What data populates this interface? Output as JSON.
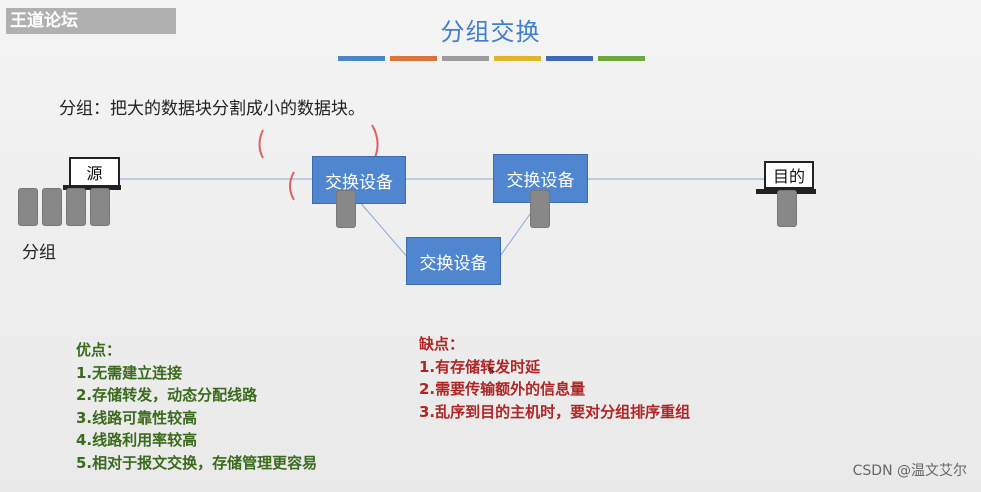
{
  "watermark": "王道论坛",
  "title": "分组交换",
  "colorbar": [
    "#4a86c8",
    "#d9743a",
    "#9c9c9c",
    "#e0b52a",
    "#3d6ab8",
    "#6ea83c"
  ],
  "intro": "分组：把大的数据块分割成小的数据块。",
  "diagram": {
    "source_label": "源",
    "dest_label": "目的",
    "switch_label": "交换设备",
    "packets_label": "分组"
  },
  "advantages": {
    "heading": "优点：",
    "items": [
      "1.无需建立连接",
      "2.存储转发，动态分配线路",
      "3.线路可靠性较高",
      "4.线路利用率较高",
      "5.相对于报文交换，存储管理更容易"
    ]
  },
  "disadvantages": {
    "heading": "缺点：",
    "items": [
      "1.有存储转发时延",
      "2.需要传输额外的信息量",
      "3.乱序到目的主机时，要对分组排序重组"
    ]
  },
  "csdn_watermark": "CSDN @温文艾尔"
}
